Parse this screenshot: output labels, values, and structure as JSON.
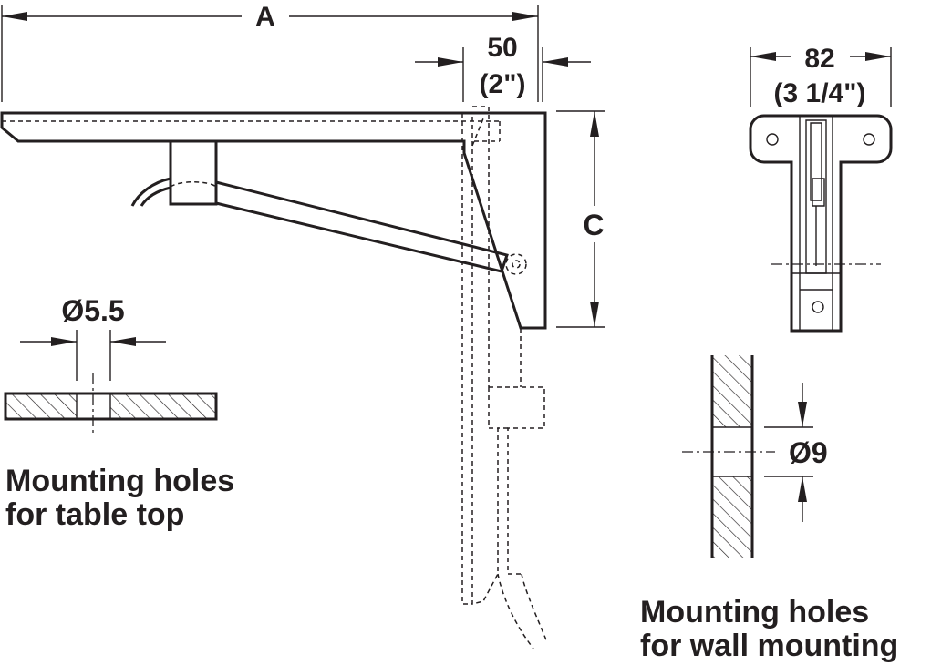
{
  "dimensions": {
    "a": "A",
    "fifty_mm": "50",
    "fifty_in": "(2\")",
    "c": "C",
    "eighty_two_mm": "82",
    "eighty_two_in": "(3 1/4\")",
    "hole_table": "Ø5.5",
    "hole_wall": "Ø9"
  },
  "captions": {
    "table_top": [
      "Mounting holes",
      "for table top"
    ],
    "wall_mounting": [
      "Mounting holes",
      "for wall mounting"
    ]
  },
  "colors": {
    "line": "#231f20",
    "background": "#ffffff"
  }
}
